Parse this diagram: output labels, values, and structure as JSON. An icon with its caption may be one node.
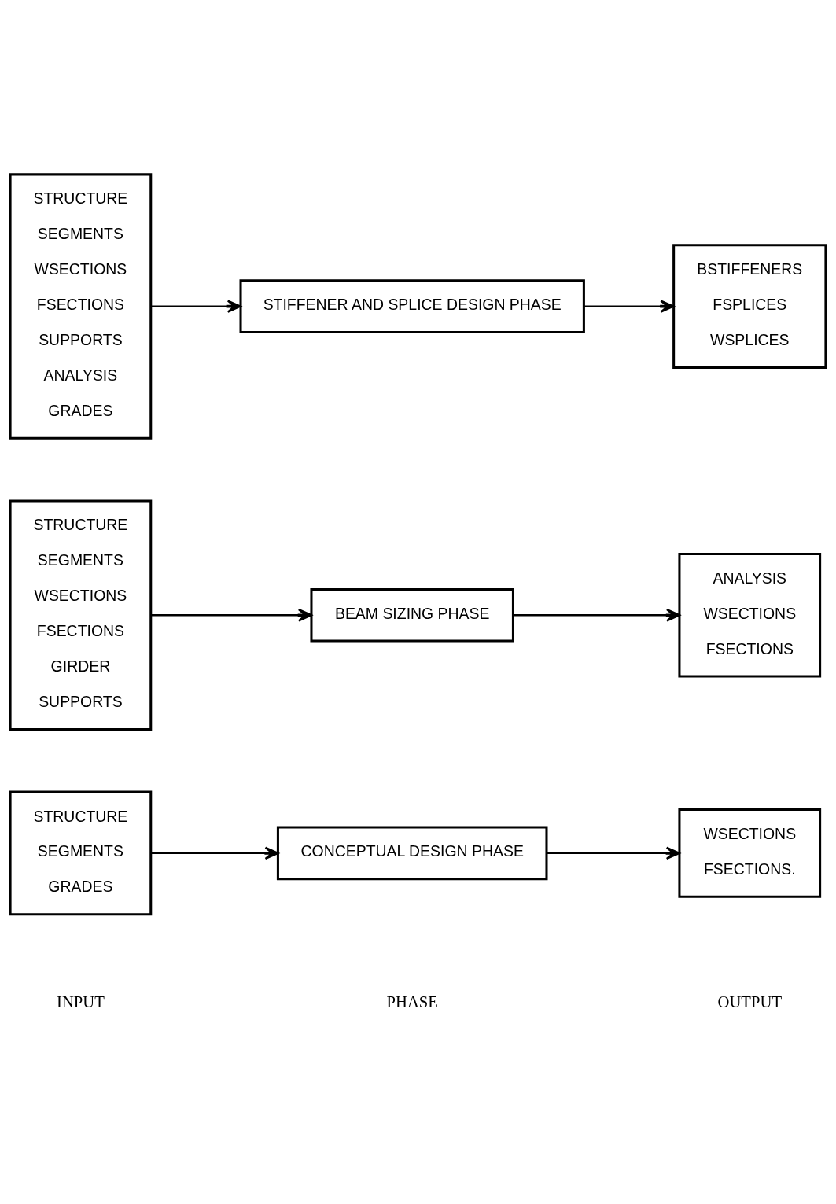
{
  "diagram": {
    "nodes": [
      {
        "text": [
          "STRUCTURE",
          "SEGMENTS",
          "GRADES"
        ]
      },
      {
        "text": [
          "CONCEPTUAL DESIGN PHASE"
        ]
      },
      {
        "text": [
          "WSECTIONS",
          "FSECTIONS."
        ]
      },
      {
        "text": [
          "STRUCTURE",
          "SEGMENTS",
          "WSECTIONS",
          "FSECTIONS",
          "GIRDER",
          "SUPPORTS"
        ]
      },
      {
        "text": [
          "BEAM SIZING PHASE"
        ]
      },
      {
        "text": [
          "ANALYSIS",
          "WSECTIONS",
          "FSECTIONS"
        ]
      },
      {
        "text": [
          "STRUCTURE",
          "SEGMENTS",
          "WSECTIONS",
          "FSECTIONS",
          "SUPPORTS",
          "ANALYSIS",
          "GRADES"
        ]
      },
      {
        "text": [
          "STIFFENER AND SPLICE DESIGN PHASE"
        ]
      },
      {
        "text": [
          "BSTIFFENERS",
          "FSPLICES",
          "WSPLICES"
        ]
      }
    ],
    "edges": [
      {
        "from": 0,
        "to": 1,
        "arrow": "to"
      },
      {
        "from": 1,
        "to": 2,
        "arrow": "to"
      },
      {
        "from": 3,
        "to": 4,
        "arrow": "to"
      },
      {
        "from": 4,
        "to": 5,
        "arrow": "to"
      },
      {
        "from": 6,
        "to": 7,
        "arrow": "to"
      },
      {
        "from": 7,
        "to": 8,
        "arrow": "to"
      }
    ],
    "labels": [
      "INPUT",
      "PHASE",
      "OUTPUT"
    ]
  }
}
